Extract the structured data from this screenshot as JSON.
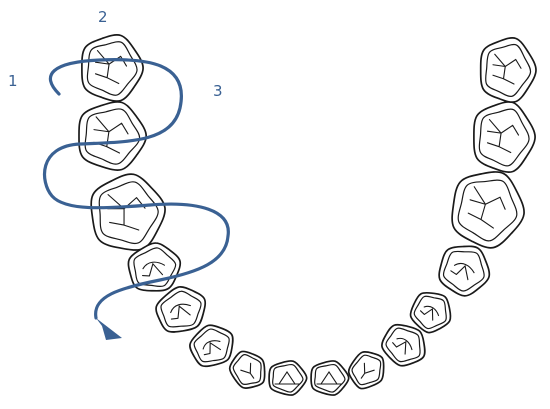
{
  "labels": [
    "1",
    "2",
    "3"
  ],
  "colors": {
    "accent": "#3a6193",
    "outline": "#1a1a1a",
    "background": "#ffffff"
  },
  "arrow": {
    "icon": "arrow-head-icon"
  }
}
